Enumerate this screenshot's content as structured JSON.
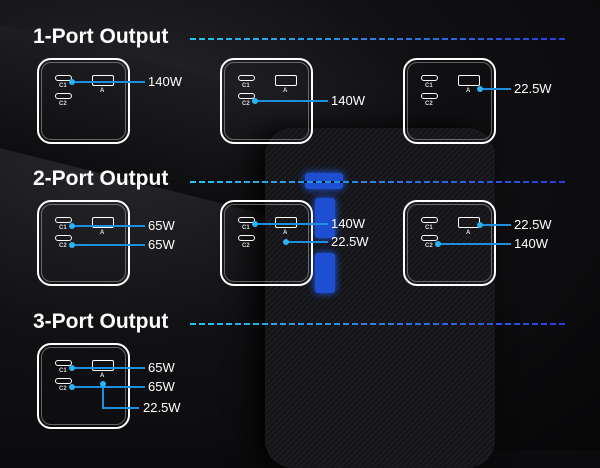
{
  "sections": [
    {
      "title": "1-Port Output",
      "configs": [
        {
          "ports": {
            "c1": "C1",
            "c2": "C2",
            "a": "A"
          },
          "outputs": [
            {
              "port": "C1",
              "watt": "140W"
            }
          ]
        },
        {
          "ports": {
            "c1": "C1",
            "c2": "C2",
            "a": "A"
          },
          "outputs": [
            {
              "port": "C2",
              "watt": "140W"
            }
          ]
        },
        {
          "ports": {
            "c1": "C1",
            "c2": "C2",
            "a": "A"
          },
          "outputs": [
            {
              "port": "A",
              "watt": "22.5W"
            }
          ]
        }
      ]
    },
    {
      "title": "2-Port Output",
      "configs": [
        {
          "ports": {
            "c1": "C1",
            "c2": "C2",
            "a": "A"
          },
          "outputs": [
            {
              "port": "C1",
              "watt": "65W"
            },
            {
              "port": "C2",
              "watt": "65W"
            }
          ]
        },
        {
          "ports": {
            "c1": "C1",
            "c2": "C2",
            "a": "A"
          },
          "outputs": [
            {
              "port": "C1",
              "watt": "140W"
            },
            {
              "port": "A",
              "watt": "22.5W"
            }
          ]
        },
        {
          "ports": {
            "c1": "C1",
            "c2": "C2",
            "a": "A"
          },
          "outputs": [
            {
              "port": "A",
              "watt": "22.5W"
            },
            {
              "port": "C2",
              "watt": "140W"
            }
          ]
        }
      ]
    },
    {
      "title": "3-Port Output",
      "configs": [
        {
          "ports": {
            "c1": "C1",
            "c2": "C2",
            "a": "A"
          },
          "outputs": [
            {
              "port": "C1",
              "watt": "65W"
            },
            {
              "port": "C2",
              "watt": "65W"
            },
            {
              "port": "A",
              "watt": "22.5W"
            }
          ]
        }
      ]
    }
  ],
  "colors": {
    "accent": "#1e8fe0",
    "dot": "#29b4f6"
  }
}
